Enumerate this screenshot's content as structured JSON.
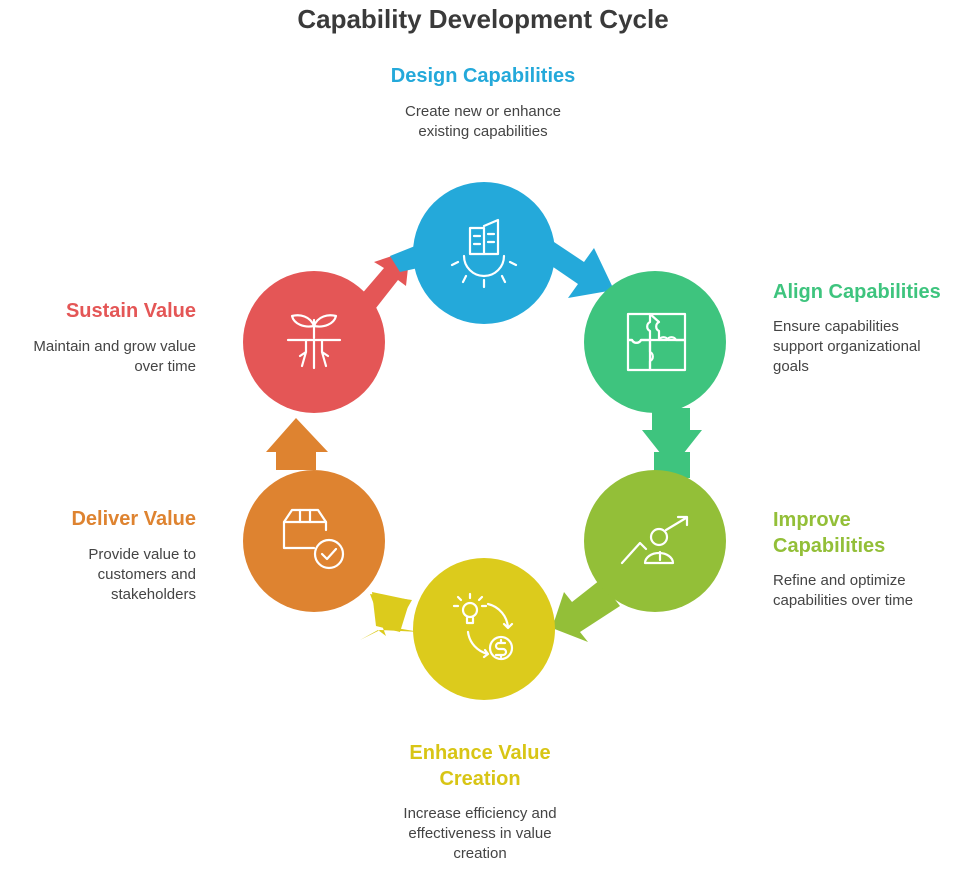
{
  "title": "Capability Development Cycle",
  "stages": [
    {
      "id": "design",
      "title": "Design Capabilities",
      "description": "Create new or enhance existing capabilities",
      "color": "#24a9da",
      "icon": "building-gear-icon"
    },
    {
      "id": "align",
      "title": "Align Capabilities",
      "description": "Ensure capabilities support organizational goals",
      "color": "#3ec47e",
      "icon": "puzzle-icon"
    },
    {
      "id": "improve",
      "title": "Improve Capabilities",
      "description": "Refine and optimize capabilities over time",
      "color": "#93bf38",
      "icon": "person-growth-icon"
    },
    {
      "id": "enhance",
      "title": "Enhance Value Creation",
      "description": "Increase efficiency and effectiveness in value creation",
      "color": "#dccb1c",
      "icon": "idea-money-cycle-icon"
    },
    {
      "id": "deliver",
      "title": "Deliver Value",
      "description": "Provide value to customers and stakeholders",
      "color": "#de8330",
      "icon": "package-check-icon"
    },
    {
      "id": "sustain",
      "title": "Sustain Value",
      "description": "Maintain and grow value over time",
      "color": "#e45656",
      "icon": "plant-roots-icon"
    }
  ]
}
